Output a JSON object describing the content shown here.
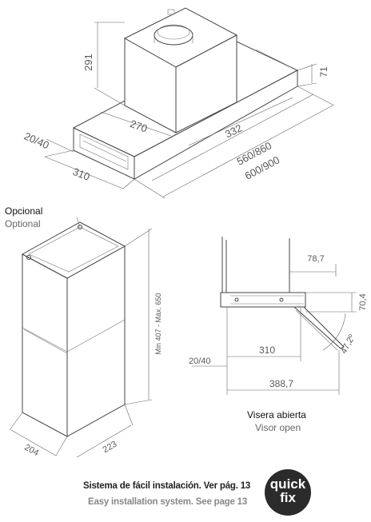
{
  "top_view": {
    "dims": {
      "height_291": "291",
      "d_270": "270",
      "d_332": "332",
      "w_560_860": "560/860",
      "w_600_900": "600/900",
      "d_20_40": "20/40",
      "d_310": "310",
      "h_71": "71"
    }
  },
  "optional_chimney": {
    "label_es": "Opcional",
    "label_en": "Optional",
    "height_range": "Min 407 - Máx. 650",
    "d_204": "204",
    "d_223": "223"
  },
  "side_view": {
    "d_78_7": "78,7",
    "d_70_4": "70,4",
    "angle": "47,2º",
    "d_20_40": "20/40",
    "d_310": "310",
    "d_388_7": "388,7",
    "caption_es": "Visera abierta",
    "caption_en": "Visor open"
  },
  "footer": {
    "text_es": "Sistema de fácil instalación. Ver pág. 13",
    "text_en": "Easy installation system. See page 13",
    "badge_line1": "quick",
    "badge_line2": "fix"
  },
  "colors": {
    "line": "#444444",
    "text": "#5a5a5a",
    "badge_bg": "#2b2b2b"
  }
}
